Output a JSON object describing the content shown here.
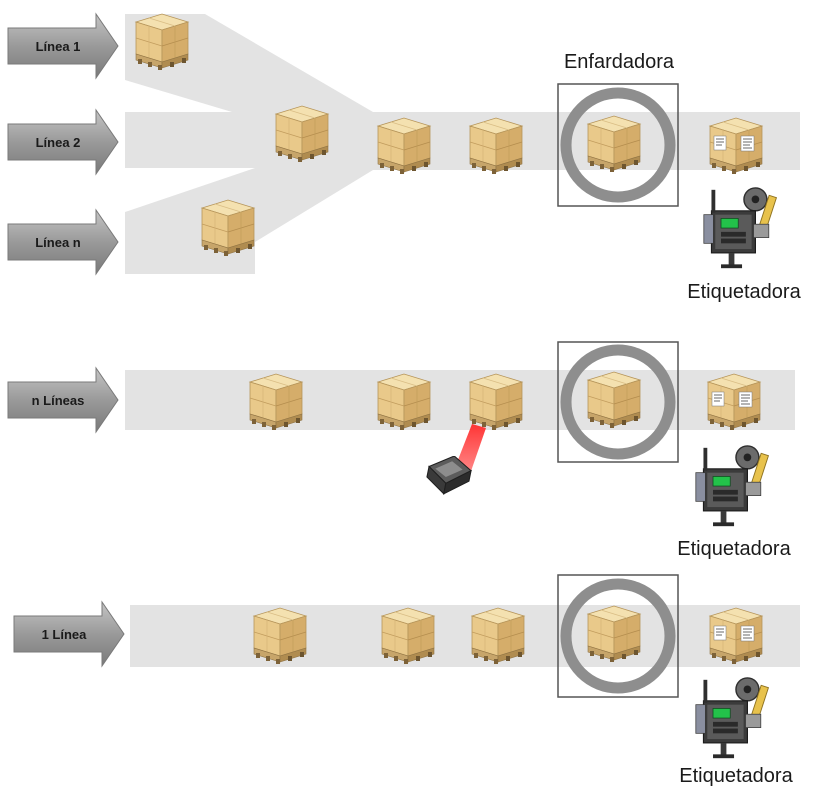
{
  "colors": {
    "conveyor": "#e3e3e3",
    "arrow_fill": "#8c8c8c",
    "arrow_light": "#b4b4b4",
    "wrap_ring": "#8e8e8e",
    "box_front": "#e7c889",
    "box_side": "#d6b06c",
    "box_top": "#f3dfae",
    "pallet": "#bc9a5e",
    "laser": "#ff3b3b",
    "scanner": "#4a4a4a"
  },
  "section1": {
    "inputs": [
      "Línea 1",
      "Línea 2",
      "Línea n"
    ],
    "wrapper_label": "Enfardadora",
    "labeler_label": "Etiquetadora"
  },
  "section2": {
    "input": "n Líneas",
    "labeler_label": "Etiquetadora",
    "scanner_icon": "barcode-scanner-icon"
  },
  "section3": {
    "input": "1 Línea",
    "labeler_label": "Etiquetadora"
  }
}
